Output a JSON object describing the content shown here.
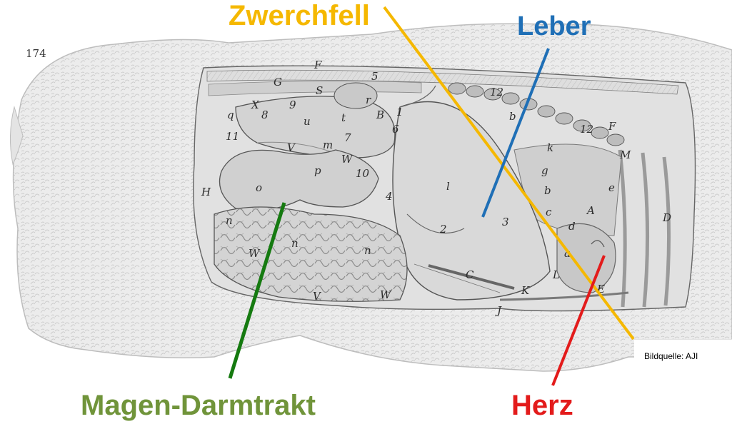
{
  "labels": {
    "zwerchfell": "Zwerchfell",
    "leber": "Leber",
    "herz": "Herz",
    "magen_darmtrakt": "Magen-Darmtrakt"
  },
  "colors": {
    "zwerchfell": "#f5b800",
    "leber": "#1f6fb6",
    "herz": "#e31b1b",
    "magen_darmtrakt": "#70943a",
    "magen_line": "#157a10"
  },
  "plate_number": "174",
  "credit": "Bildquelle: AJI",
  "illustration_letters": [
    "F",
    "G",
    "5",
    "S",
    "r",
    "X",
    "9",
    "q",
    "8",
    "u",
    "t",
    "B",
    "1",
    "6",
    "12",
    "b",
    "11",
    "m",
    "7",
    "V",
    "W",
    "p",
    "10",
    "k",
    "o",
    "l",
    "g",
    "H",
    "n",
    "n",
    "2",
    "3",
    "b",
    "c",
    "e",
    "d",
    "A",
    "D",
    "n",
    "W",
    "a",
    "C",
    "L",
    "K",
    "E",
    "J",
    "4",
    "M",
    "F",
    "12",
    "W",
    "V"
  ]
}
